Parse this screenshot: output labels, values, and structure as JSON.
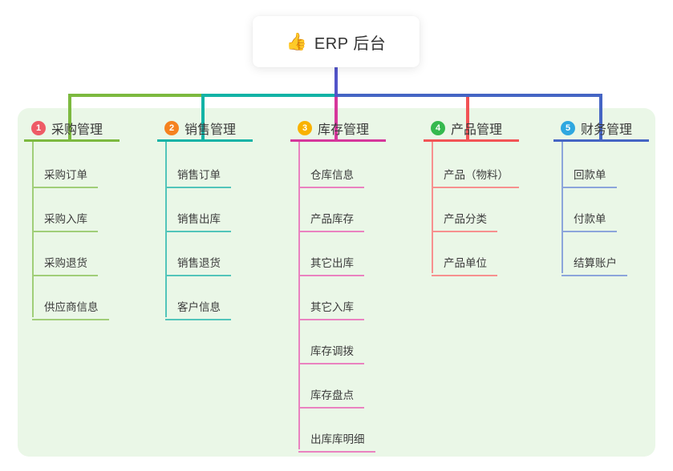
{
  "canvas": {
    "background": "#ffffff",
    "panel_background": "#eaf7e7"
  },
  "root": {
    "icon": "👍",
    "label": "ERP 后台",
    "drop_line_color": "#5254c9"
  },
  "branches": [
    {
      "num": "1",
      "label": "采购管理",
      "badge_color": "#ee5b66",
      "line_color": "#7cb93f",
      "child_line_color": "#a0ce78",
      "children": [
        "采购订单",
        "采购入库",
        "采购退货",
        "供应商信息"
      ]
    },
    {
      "num": "2",
      "label": "销售管理",
      "badge_color": "#f5821f",
      "line_color": "#13b3a6",
      "child_line_color": "#52c5ba",
      "children": [
        "销售订单",
        "销售出库",
        "销售退货",
        "客户信息"
      ]
    },
    {
      "num": "3",
      "label": "库存管理",
      "badge_color": "#f9b200",
      "line_color": "#d6369b",
      "child_line_color": "#ea82c0",
      "children": [
        "仓库信息",
        "产品库存",
        "其它出库",
        "其它入库",
        "库存调拨",
        "库存盘点",
        "出库库明细"
      ]
    },
    {
      "num": "4",
      "label": "产品管理",
      "badge_color": "#35b94e",
      "line_color": "#f25355",
      "child_line_color": "#f7908f",
      "children": [
        "产品（物料）",
        "产品分类",
        "产品单位"
      ]
    },
    {
      "num": "5",
      "label": "财务管理",
      "badge_color": "#2ea7e0",
      "line_color": "#4565c4",
      "child_line_color": "#8ca5db",
      "children": [
        "回款单",
        "付款单",
        "结算账户"
      ]
    }
  ]
}
